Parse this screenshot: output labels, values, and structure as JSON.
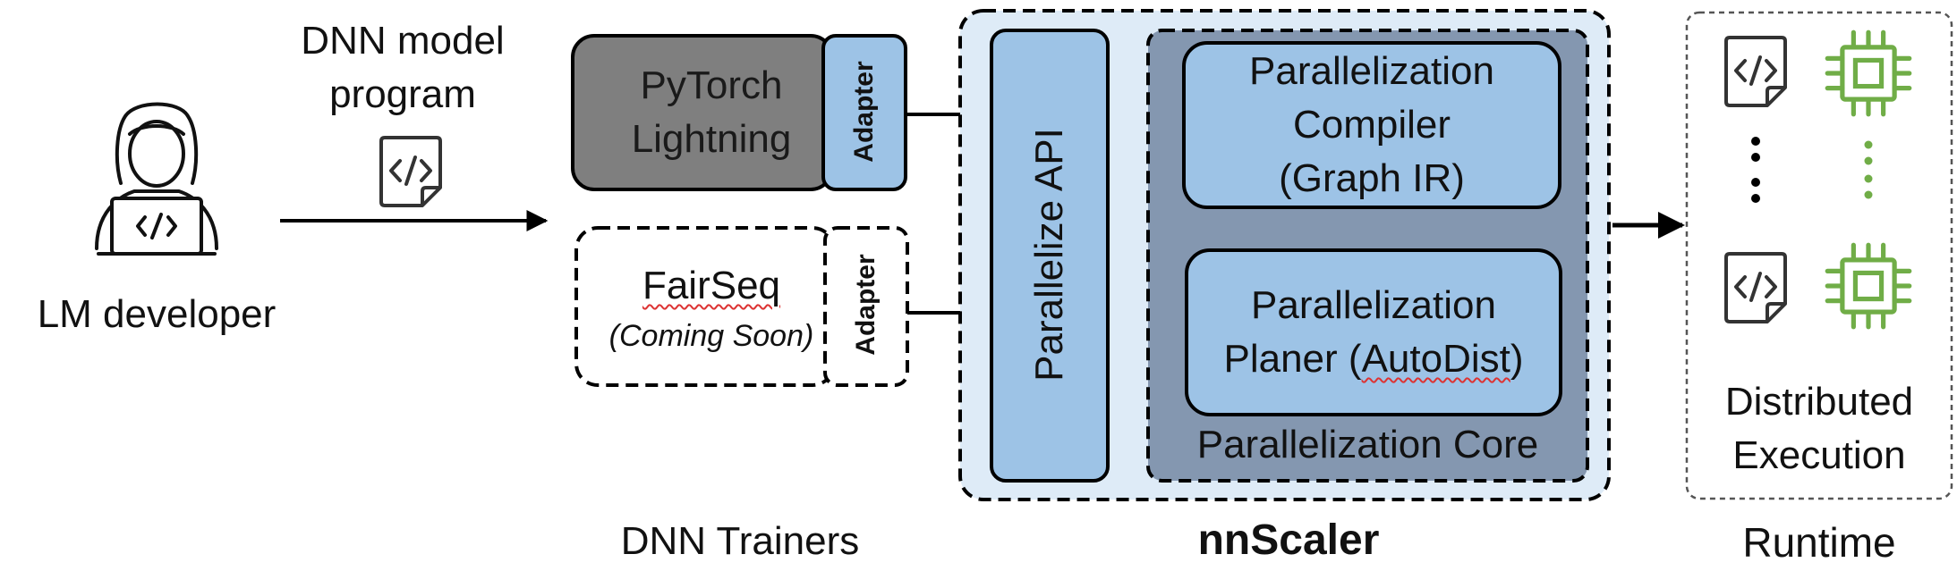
{
  "actor": {
    "label": "LM developer",
    "icon": "developer-laptop-icon"
  },
  "program": {
    "label_line1": "DNN model",
    "label_line2": "program",
    "icon": "code-file-icon"
  },
  "trainers": {
    "section_label": "DNN Trainers",
    "pytorch": {
      "line1": "PyTorch",
      "line2": "Lightning",
      "adapter": "Adapter"
    },
    "fairseq": {
      "line1": "FairSeq",
      "line2": "(Coming Soon)",
      "adapter": "Adapter"
    }
  },
  "nnscaler": {
    "section_label": "nnScaler",
    "api": "Parallelize API",
    "core_label": "Parallelization Core",
    "compiler": {
      "line1": "Parallelization",
      "line2": "Compiler",
      "line3": "(Graph IR)"
    },
    "planner": {
      "line1": "Parallelization",
      "line2_a": "Planer (",
      "line2_b": "AutoDist",
      "line2_c": ")"
    }
  },
  "runtime": {
    "section_label": "Runtime",
    "exec_line1": "Distributed",
    "exec_line2": "Execution",
    "icons": [
      "code-file-icon",
      "chip-icon"
    ]
  },
  "colors": {
    "pytorch_fill": "#7f7f7f",
    "light_blue": "#9dc3e6",
    "nnscaler_bg": "#deebf7",
    "core_fill": "#8497b0",
    "chip_green": "#70ad47"
  }
}
